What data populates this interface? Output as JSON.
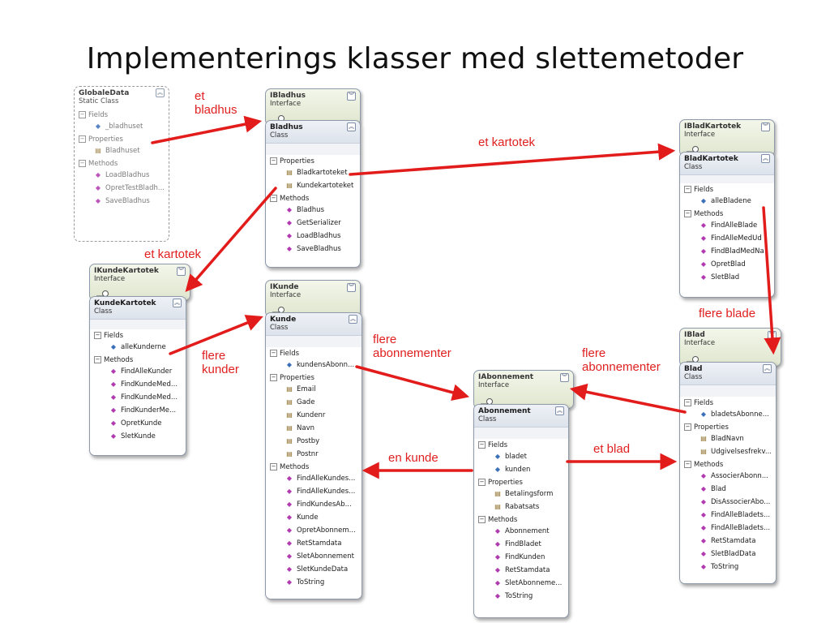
{
  "title": "Implementerings klasser med slettemetoder",
  "labels": {
    "et_bladhus": "et\nbladhus",
    "et_kartotek_top": "et kartotek",
    "et_kartotek_left": "et kartotek",
    "flere_kunder": "flere\nkunder",
    "flere_abonnementer_mid": "flere\nabonnementer",
    "flere_abonnementer_right": "flere\nabonnementer",
    "flere_blade": "flere blade",
    "en_kunde": "en kunde",
    "et_blad": "et blad"
  },
  "common": {
    "class": "Class",
    "interface": "Interface",
    "static_class": "Static Class",
    "fields": "Fields",
    "properties": "Properties",
    "methods": "Methods"
  },
  "globaledata": {
    "name": "GlobaleData",
    "fields": [
      "_bladhuset"
    ],
    "properties": [
      "Bladhuset"
    ],
    "methods": [
      "LoadBladhus",
      "OpretTestBladh...",
      "SaveBladhus"
    ]
  },
  "ibladhus": {
    "name": "IBladhus"
  },
  "bladhus": {
    "name": "Bladhus",
    "properties": [
      "Bladkartoteket",
      "Kundekartoteket"
    ],
    "methods": [
      "Bladhus",
      "GetSerializer",
      "LoadBladhus",
      "SaveBladhus"
    ]
  },
  "ibladkartotek": {
    "name": "IBladKartotek"
  },
  "bladkartotek": {
    "name": "BladKartotek",
    "fields": [
      "alleBladene"
    ],
    "methods": [
      "FindAlleBlade",
      "FindAlleMedUd",
      "FindBladMedNa",
      "OpretBlad",
      "SletBlad"
    ]
  },
  "ikundekartotek": {
    "name": "IKundeKartotek"
  },
  "kundekartotek": {
    "name": "KundeKartotek",
    "fields": [
      "alleKunderne"
    ],
    "methods": [
      "FindAlleKunder",
      "FindKundeMed...",
      "FindKundeMed...",
      "FindKunderMe...",
      "OpretKunde",
      "SletKunde"
    ]
  },
  "ikunde": {
    "name": "IKunde"
  },
  "kunde": {
    "name": "Kunde",
    "fields": [
      "kundensAbonn..."
    ],
    "properties": [
      "Email",
      "Gade",
      "Kundenr",
      "Navn",
      "Postby",
      "Postnr"
    ],
    "methods": [
      "FindAlleKundes...",
      "FindAlleKundes...",
      "FindKundesAb...",
      "Kunde",
      "OpretAbonnem...",
      "RetStamdata",
      "SletAbonnement",
      "SletKundeData",
      "ToString"
    ]
  },
  "iabonnement": {
    "name": "IAbonnement"
  },
  "abonnement": {
    "name": "Abonnement",
    "fields": [
      "bladet",
      "kunden"
    ],
    "properties": [
      "Betalingsform",
      "Rabatsats"
    ],
    "methods": [
      "Abonnement",
      "FindBladet",
      "FindKunden",
      "RetStamdata",
      "SletAbonneme...",
      "ToString"
    ]
  },
  "iblad": {
    "name": "IBlad"
  },
  "blad": {
    "name": "Blad",
    "fields": [
      "bladetsAbonne..."
    ],
    "properties": [
      "BladNavn",
      "Udgivelsesfrekv..."
    ],
    "methods": [
      "AssocierAbonn...",
      "Blad",
      "DisAssocierAbo...",
      "FindAlleBladets...",
      "FindAlleBladets...",
      "RetStamdata",
      "SletBladData",
      "ToString"
    ]
  },
  "colors": {
    "arrow": "#e21b1b",
    "label": "#e02020"
  },
  "icons": {
    "field": "field-icon",
    "property": "property-icon",
    "method": "method-icon",
    "lollipop": "interface-lollipop-icon"
  }
}
